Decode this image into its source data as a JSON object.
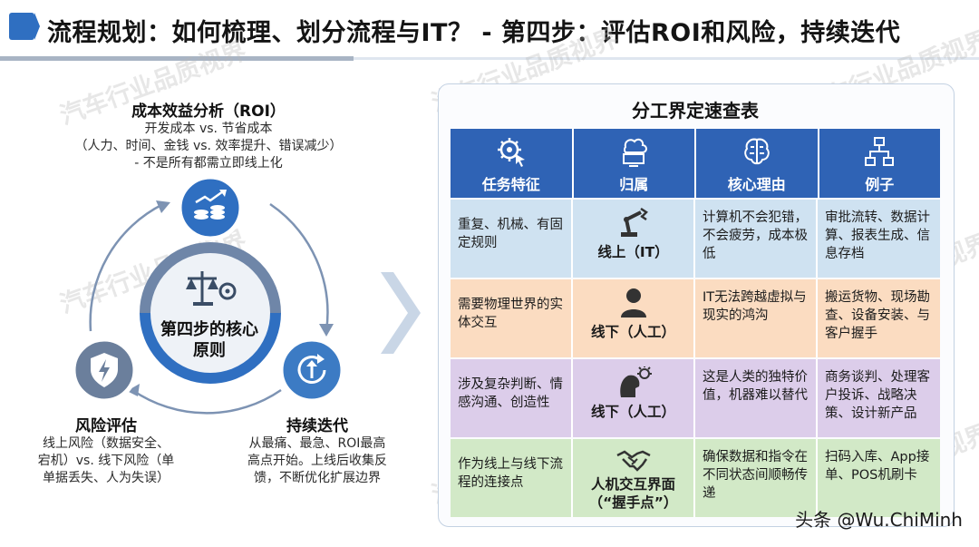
{
  "title": "流程规划：如何梳理、划分流程与IT？ - 第四步：评估ROI和风险，持续迭代",
  "watermark": "汽车行业品质视界",
  "center": {
    "line1": "第四步的核心",
    "line2": "原则"
  },
  "nodes": {
    "roi": {
      "title": "成本效益分析（ROI）",
      "desc": [
        "开发成本 vs. 节省成本",
        "（人力、时间、金钱 vs. 效率提升、错误减少）",
        "- 不是所有都需立即线上化"
      ]
    },
    "risk": {
      "title": "风险评估",
      "desc": [
        "线上风险（数据安全、",
        "宕机）vs. 线下风险（单",
        "单据丢失、人为失误）"
      ]
    },
    "iterate": {
      "title": "持续迭代",
      "desc": [
        "从最痛、最急、ROI最高",
        "高点开始。上线后收集反",
        "馈，不断优化扩展边界"
      ]
    }
  },
  "table": {
    "title": "分工界定速查表",
    "headers": [
      "任务特征",
      "归属",
      "核心理由",
      "例子"
    ],
    "header_icons": [
      "gear-cursor-icon",
      "cloud-computer-icon",
      "brain-icon",
      "flowchart-icon"
    ],
    "rows": [
      {
        "feature": "重复、机械、有固定规则",
        "owner": "线上（IT）",
        "owner_icon": "robot-arm-icon",
        "reason": "计算机不会犯错，不会疲劳，成本极低",
        "example": "审批流转、数据计算、报表生成、信息存档"
      },
      {
        "feature": "需要物理世界的实体交互",
        "owner": "线下（人工）",
        "owner_icon": "person-icon",
        "reason": "IT无法跨越虚拟与现实的鸿沟",
        "example": "搬运货物、现场勘查、设备安装、与客户握手"
      },
      {
        "feature": "涉及复杂判断、情感沟通、创造性",
        "owner": "线下（人工）",
        "owner_icon": "thinking-person-icon",
        "reason": "这是人类的独特价值，机器难以替代",
        "example": "商务谈判、处理客户投诉、战略决策、设计新产品"
      },
      {
        "feature": "作为线上与线下流程的连接点",
        "owner": "人机交互界面（“握手点”）",
        "owner_icon": "handshake-icon",
        "reason": "确保数据和指令在不同状态间顺畅传递",
        "example": "扫码入库、App接单、POS机刷卡"
      }
    ]
  },
  "footer": "头条 @Wu.ChiMinh",
  "colors": {
    "accent": "#2f63b5",
    "row1": "#cfe2f1",
    "row2": "#fbdcc1",
    "row3": "#dccdea",
    "row4": "#d2e9c7"
  }
}
